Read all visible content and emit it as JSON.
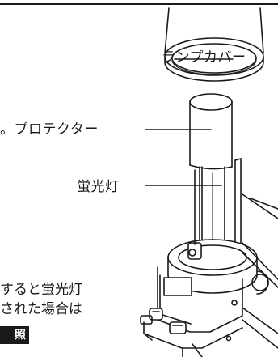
{
  "labels": {
    "lamp_cover": "ランプカバー",
    "protector": "。プロテクター",
    "fluorescent_tube": "蛍光灯"
  },
  "note": {
    "line1": "すると蛍光灯",
    "line2": "された場合は",
    "ref_badge": "照"
  },
  "colors": {
    "line": "#1a1a1a",
    "background": "#ffffff",
    "badge": "#1a1a1a"
  }
}
